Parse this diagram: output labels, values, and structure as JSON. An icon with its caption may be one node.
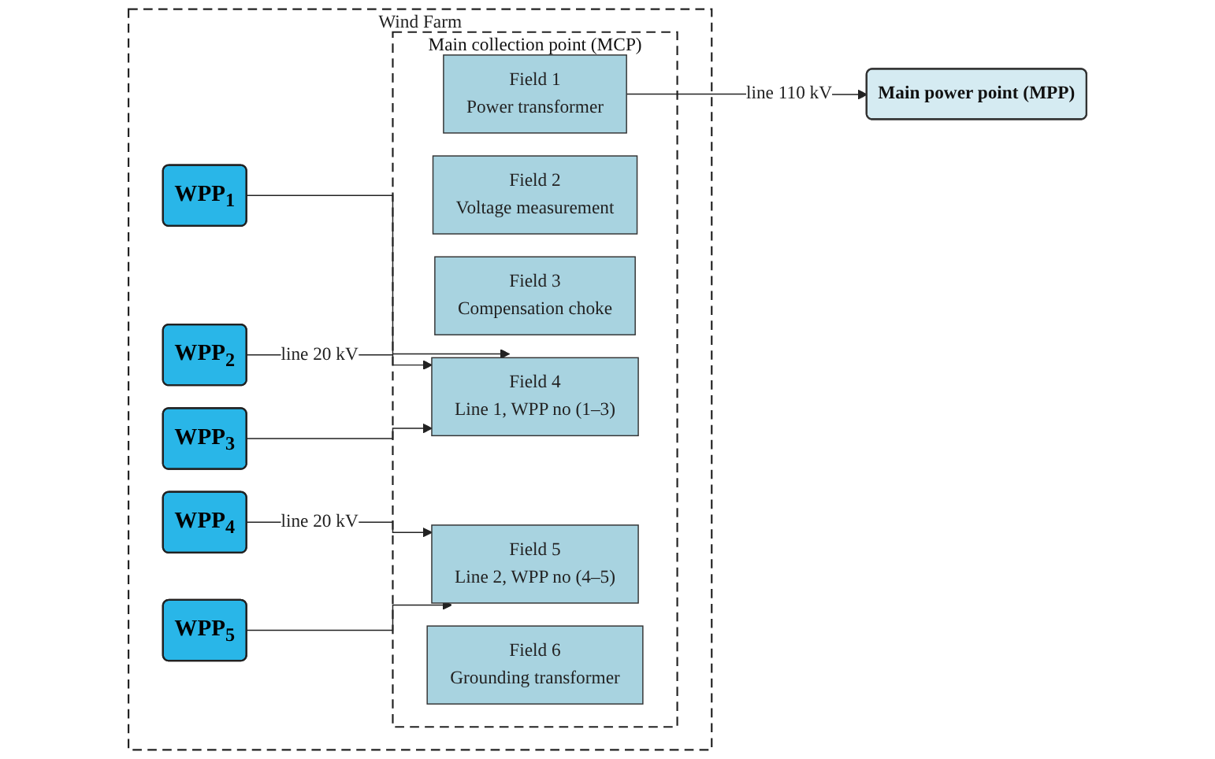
{
  "diagram": {
    "nodes": [
      {
        "text": [
          "Wind Farm"
        ]
      },
      {
        "text": [
          "WPP$_{1}$"
        ],
        "in": 0
      },
      {
        "text": [
          "WPP$_{2}$"
        ],
        "in": 0
      },
      {
        "text": [
          "WPP$_{3}$"
        ],
        "in": 0
      },
      {
        "text": [
          "WPP$_{4}$"
        ],
        "in": 0
      },
      {
        "text": [
          "WPP$_{5}$"
        ],
        "in": 0
      },
      {
        "text": [
          "Main collection point (MCP)"
        ],
        "in": 0
      },
      {
        "text": [
          "Field 1",
          "Power transformer"
        ],
        "in": 6
      },
      {
        "text": [
          "Field 2",
          "Voltage measurement"
        ],
        "in": 6
      },
      {
        "text": [
          "Field 3",
          "Compensation choke"
        ],
        "in": 6
      },
      {
        "text": [
          "Field 4",
          "Line 1, WPP no (1–3)"
        ],
        "in": 6
      },
      {
        "text": [
          "Field 5",
          "Line 2, WPP no (4–5)"
        ],
        "in": 6
      },
      {
        "text": [
          "Field 6",
          "Grounding transformer"
        ],
        "in": 6
      },
      {
        "text": [
          "Main power point (MPP)"
        ]
      }
    ],
    "edges": [
      {
        "from": 1,
        "to": 10,
        "arrow": "to"
      },
      {
        "from": 2,
        "to": 10,
        "arrow": "to",
        "label": "line 20 kV"
      },
      {
        "from": 3,
        "to": 10,
        "arrow": "to"
      },
      {
        "from": 4,
        "to": 11,
        "arrow": "to",
        "label": "line 20 kV"
      },
      {
        "from": 5,
        "to": 11,
        "arrow": "to"
      },
      {
        "from": 7,
        "to": 13,
        "arrow": "to",
        "label": "line 110 kV"
      }
    ]
  }
}
